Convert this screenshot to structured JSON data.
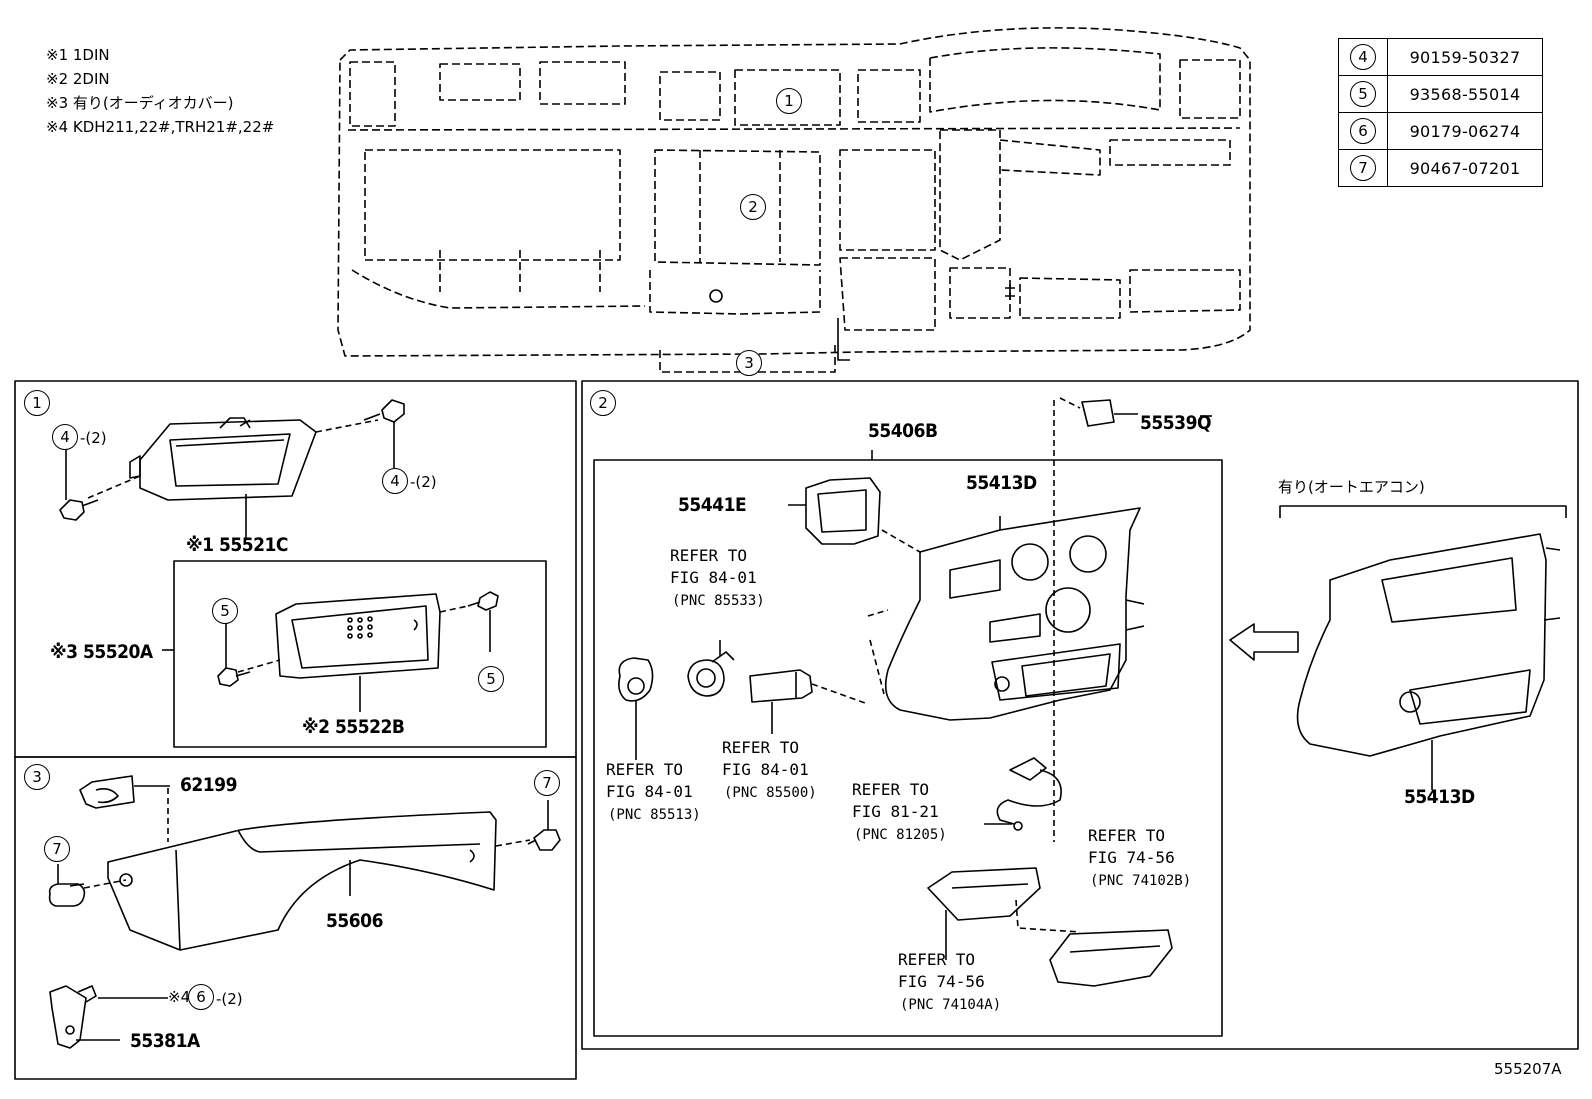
{
  "notes": [
    "※1 1DIN",
    "※2 2DIN",
    "※3 有り(オーディオカバー)",
    "※4 KDH211,22#,TRH21#,22#"
  ],
  "parts_table": [
    {
      "key": "4",
      "value": "90159-50327"
    },
    {
      "key": "5",
      "value": "93568-55014"
    },
    {
      "key": "6",
      "value": "90179-06274"
    },
    {
      "key": "7",
      "value": "90467-07201"
    }
  ],
  "overview_callouts": {
    "c1": "1",
    "c2": "2",
    "c3": "3"
  },
  "panel1": {
    "index": "1",
    "c4a": "4",
    "c4a_qty": "-(2)",
    "c4b": "4",
    "c4b_qty": "-(2)",
    "c5a": "5",
    "c5b": "5",
    "p55521c": "※1 55521C",
    "p55520a": "※3 55520A",
    "p55522b": "※2 55522B"
  },
  "panel3": {
    "index": "3",
    "p62199": "62199",
    "c7a": "7",
    "c7b": "7",
    "p55606": "55606",
    "note4": "※4",
    "c6": "6",
    "c6_qty": "-(2)",
    "p55381a": "55381A"
  },
  "panel2": {
    "index": "2",
    "p55406b": "55406B",
    "p55539q": "55539Q",
    "p55441e": "55441E",
    "p55413d_main": "55413D",
    "p55413d_alt": "55413D",
    "auto_ac_label": "有り(オートエアコン)",
    "refs": [
      {
        "l1": "REFER TO",
        "l2": "FIG 84-01",
        "pnc": "(PNC 85533)"
      },
      {
        "l1": "REFER TO",
        "l2": "FIG 84-01",
        "pnc": "(PNC 85513)"
      },
      {
        "l1": "REFER TO",
        "l2": "FIG 84-01",
        "pnc": "(PNC 85500)"
      },
      {
        "l1": "REFER TO",
        "l2": "FIG 81-21",
        "pnc": "(PNC 81205)"
      },
      {
        "l1": "REFER TO",
        "l2": "FIG 74-56",
        "pnc": "(PNC 74102B)"
      },
      {
        "l1": "REFER TO",
        "l2": "FIG 74-56",
        "pnc": "(PNC 74104A)"
      }
    ]
  },
  "figure_id": "555207A"
}
